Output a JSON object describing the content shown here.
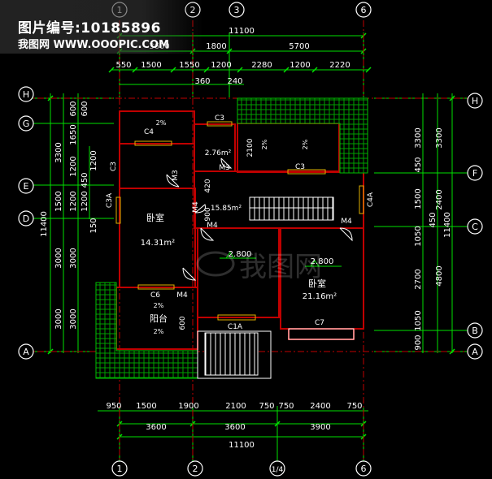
{
  "watermark": {
    "id_line": "图片编号:10185896",
    "site_line": "我图网 WWW.OOOPIC.COM",
    "emblem_text": "我图网"
  },
  "colors": {
    "dim": "#00e000",
    "wall": "#c00000",
    "text": "#ffffff",
    "hatch": "#00b000",
    "axis_circle": "#ffffff"
  },
  "axes": {
    "top": [
      "1",
      "2",
      "3",
      "6"
    ],
    "bottom": [
      "1",
      "2",
      "1/4",
      "6"
    ],
    "left": [
      "H",
      "G",
      "E",
      "D",
      "A"
    ],
    "right": [
      "H",
      "F",
      "C",
      "B",
      "A"
    ]
  },
  "dims_top": {
    "total": "11100",
    "row2": [
      "3600",
      "1800",
      "5700"
    ],
    "row3": [
      "550",
      "1500",
      "1550",
      "1200",
      "2280",
      "1200",
      "2220"
    ],
    "row4": [
      "360",
      "240"
    ]
  },
  "dims_bottom": {
    "row1": [
      "950",
      "1500",
      "1900",
      "2100",
      "750",
      "750",
      "2400",
      "750"
    ],
    "row2": [
      "3600",
      "3600",
      "3900"
    ],
    "total": "11100"
  },
  "dims_left": {
    "total": "11400",
    "outer": [
      "3300",
      "1500",
      "3000",
      "3000"
    ],
    "mid": [
      "600",
      "1650",
      "1200",
      "1200",
      "3000",
      "3000"
    ],
    "inner": [
      "600",
      "1200",
      "450",
      "1200",
      "150"
    ]
  },
  "dims_right": {
    "total": "11400",
    "outer": [
      "3300",
      "2400",
      "4800"
    ],
    "mid": [
      "3300",
      "450",
      "1500",
      "1050",
      "2700",
      "1050",
      "900"
    ],
    "inner": [
      "450"
    ]
  },
  "rooms": [
    {
      "name": "卧室",
      "area": "14.31m²"
    },
    {
      "name": "卧室",
      "area": "21.16m²"
    },
    {
      "name": "阳台",
      "area": ""
    }
  ],
  "areas": [
    "2.76m²",
    "15.85m²"
  ],
  "levels": [
    "2.800",
    "2.800"
  ],
  "slopes": [
    "2%",
    "2%",
    "2%",
    "2%",
    "2%"
  ],
  "tags": {
    "windows": [
      "C4",
      "C3",
      "C3",
      "C3",
      "C3A",
      "C4A",
      "C6",
      "C7",
      "C1A"
    ],
    "doors": [
      "M3",
      "M3",
      "M4",
      "M4",
      "M4",
      "M4"
    ],
    "misc": [
      "2100",
      "900",
      "420",
      "600"
    ]
  }
}
